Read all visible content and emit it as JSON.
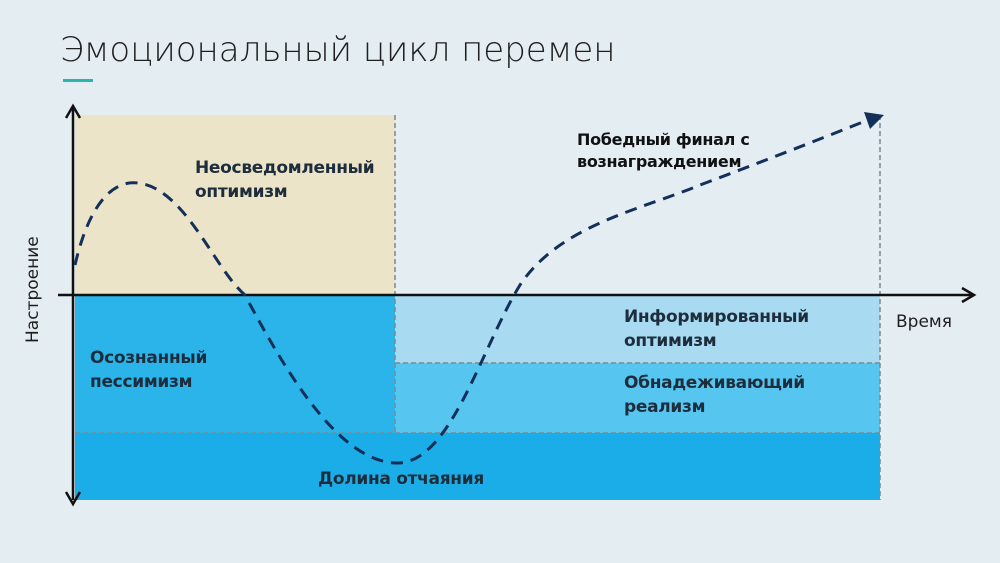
{
  "title": "Эмоциональный цикл перемен",
  "axes": {
    "y_label": "Настроение",
    "x_label": "Время"
  },
  "zones": {
    "uninformed_optimism": "Неосведомленный оптимизм",
    "informed_pessimism": "Осознанный пессимизм",
    "valley_of_despair": "Долина отчаяния",
    "informed_optimism": "Информированный оптимизм",
    "hopeful_realism": "Обнадеживающий реализм",
    "success": "Победный финал с вознаграждением"
  },
  "colors": {
    "beige": "#ebe4c8",
    "pessimism": "#2bb4ea",
    "informed_optimism": "#a8dbf2",
    "hopeful_realism": "#56c5f0",
    "valley": "#1aade8",
    "curve": "#13305a",
    "accent": "#2bb5ad"
  }
}
